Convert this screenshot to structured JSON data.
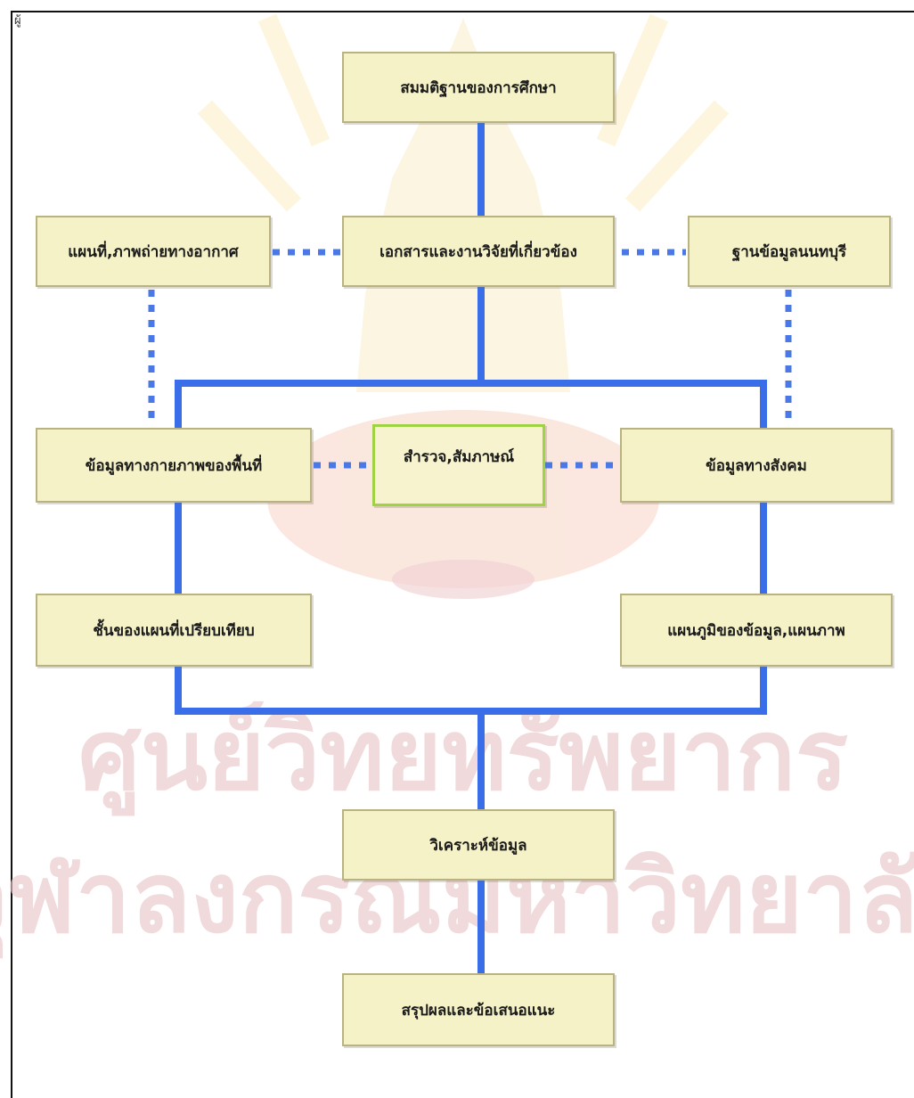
{
  "corner_mark": "ผู้",
  "watermark": {
    "line1": "ศูนย์วิทยทรัพยากร",
    "line2": "จุฬาลงกรณ์มหาวิทยาลัย"
  },
  "nodes": {
    "assumption": "สมมติฐานของการศึกษา",
    "maps": "แผนที่,ภาพถ่ายทางอากาศ",
    "literature": "เอกสารและงานวิจัยที่เกี่ยวข้อง",
    "database": "ฐานข้อมูลนนทบุรี",
    "physical": "ข้อมูลทางกายภาพของพื้นที่",
    "survey": "สำรวจ,สัมภาษณ์",
    "social": "ข้อมูลทางสังคม",
    "layers": "ชั้นของแผนที่เปรียบเทียบ",
    "charts": "แผนภูมิของข้อมูล,แผนภาพ",
    "analysis": "วิเคราะห์ข้อมูล",
    "conclusion": "สรุปผลและข้อเสนอแนะ"
  },
  "colors": {
    "solid_line": "#3a6ee8",
    "dotted_line": "#4a78e6",
    "box_fill": "#f5f2c8",
    "box_border": "#b9b283",
    "survey_border": "#9ed444"
  }
}
